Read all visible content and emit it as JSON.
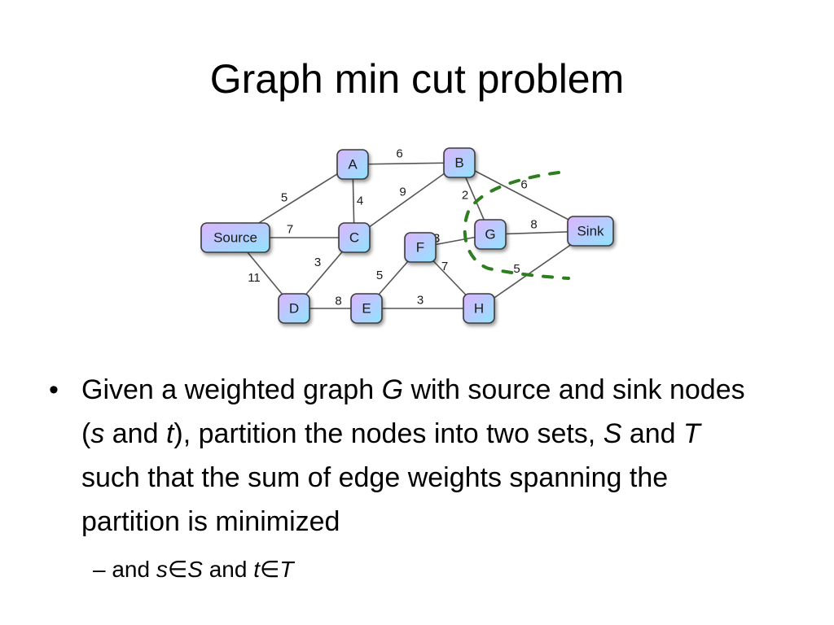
{
  "title": "Graph min cut problem",
  "diagram": {
    "nodes": [
      {
        "id": "A",
        "label": "A"
      },
      {
        "id": "B",
        "label": "B"
      },
      {
        "id": "Source",
        "label": "Source"
      },
      {
        "id": "C",
        "label": "C"
      },
      {
        "id": "F",
        "label": "F"
      },
      {
        "id": "G",
        "label": "G"
      },
      {
        "id": "Sink",
        "label": "Sink"
      },
      {
        "id": "D",
        "label": "D"
      },
      {
        "id": "E",
        "label": "E"
      },
      {
        "id": "H",
        "label": "H"
      }
    ],
    "edges": [
      {
        "from": "Source",
        "to": "A",
        "weight": "5"
      },
      {
        "from": "A",
        "to": "B",
        "weight": "6"
      },
      {
        "from": "A",
        "to": "C",
        "weight": "4"
      },
      {
        "from": "Source",
        "to": "C",
        "weight": "7"
      },
      {
        "from": "C",
        "to": "B",
        "weight": "9"
      },
      {
        "from": "B",
        "to": "G",
        "weight": "2"
      },
      {
        "from": "B",
        "to": "Sink",
        "weight": "6"
      },
      {
        "from": "F",
        "to": "G",
        "weight": "3"
      },
      {
        "from": "G",
        "to": "Sink",
        "weight": "8"
      },
      {
        "from": "Source",
        "to": "D",
        "weight": "11"
      },
      {
        "from": "C",
        "to": "D",
        "weight": "3"
      },
      {
        "from": "D",
        "to": "E",
        "weight": "8"
      },
      {
        "from": "E",
        "to": "F",
        "weight": "5"
      },
      {
        "from": "F",
        "to": "H",
        "weight": "7"
      },
      {
        "from": "E",
        "to": "H",
        "weight": "3"
      },
      {
        "from": "H",
        "to": "Sink",
        "weight": "5"
      }
    ],
    "colors": {
      "node_top": "#dcb4ff",
      "node_bottom": "#90e4ff",
      "cut": "#2e7d1f"
    }
  },
  "bullet": {
    "p1": "Given a weighted graph ",
    "G": "G",
    "p2": " with source and sink nodes (",
    "s": "s",
    "p3": " and ",
    "t": "t",
    "p4": "), partition the nodes into two sets, ",
    "S": "S",
    "p5": " and ",
    "T": "T",
    "p6": " such that the sum of edge weights spanning the partition is minimized"
  },
  "sub_bullet": {
    "dash": "–",
    "p1": "and ",
    "s": "s",
    "in1": "∈",
    "S": "S",
    "p2": " and ",
    "t": "t",
    "in2": "∈",
    "T": "T"
  }
}
